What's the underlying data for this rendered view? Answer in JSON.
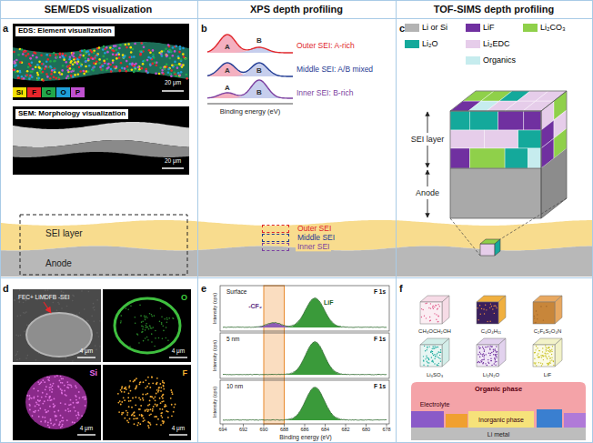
{
  "diagram": {
    "nodes": [
      {
        "text": [
          "EDS: Element visualization"
        ]
      },
      {
        "text": [
          "SEM: Morphology visualization"
        ]
      },
      {
        "text": [
          "SEI layer"
        ]
      },
      {
        "text": [
          "Anode"
        ]
      },
      {
        "text": [
          "Outer SEI"
        ]
      },
      {
        "text": [
          "Middle SEI"
        ]
      },
      {
        "text": [
          "Inner SEI"
        ]
      }
    ],
    "labels": [
      "SEM/EDS visualization",
      "XPS depth profiling",
      "TOF-SIMS depth profiling",
      "a",
      "b",
      "c",
      "d",
      "e",
      "f",
      "20 μm",
      "20 μm",
      "Outer SEI: A-rich",
      "Middle SEI: A/B mixed",
      "Inner SEI: B-rich",
      "A",
      "B",
      "A",
      "B",
      "A",
      "B",
      "Binding energy (eV)",
      "SEI layer",
      "Anode",
      "4 μm",
      "4 μm",
      "4 μm",
      "4 μm",
      "FEC+ LiMDFB -SEI",
      "O",
      "Si",
      "F",
      "Surface",
      "-CF₂",
      "LiF",
      "F 1s",
      "5 nm",
      "F 1s",
      "10 nm",
      "F 1s",
      "Intensity (cps)",
      "Intensity (cps)",
      "Intensity (cps)",
      "Binding energy (eV)",
      "694",
      "692",
      "690",
      "688",
      "686",
      "684",
      "682",
      "680",
      "678",
      "CH₃OCH₂OH",
      "C₆O₄H₁₁",
      "C₂F₆S₂O₄N",
      "Li₃SO₃",
      "Li₂N₂O",
      "LiF",
      "Organic phase",
      "Electrolyte",
      "Inorganic phase",
      "Li metal"
    ],
    "legend": [
      {
        "text": "Si",
        "color": "#f2e205"
      },
      {
        "text": "F",
        "color": "#e8262b"
      },
      {
        "text": "C",
        "color": "#22a84a"
      },
      {
        "text": "O",
        "color": "#1f9fd8"
      },
      {
        "text": "P",
        "color": "#c050d0"
      },
      {
        "text": "Li or Si",
        "color": "#b3b3b3"
      },
      {
        "text": "LiF",
        "color": "#7030a0"
      },
      {
        "text": "Li₂CO₃",
        "color": "#8fd04a"
      },
      {
        "text": "Li₂O",
        "color": "#14a99b"
      },
      {
        "text": "Li₂EDC",
        "color": "#e6cdea"
      },
      {
        "text": "Organics",
        "color": "#c6ecee"
      }
    ]
  }
}
